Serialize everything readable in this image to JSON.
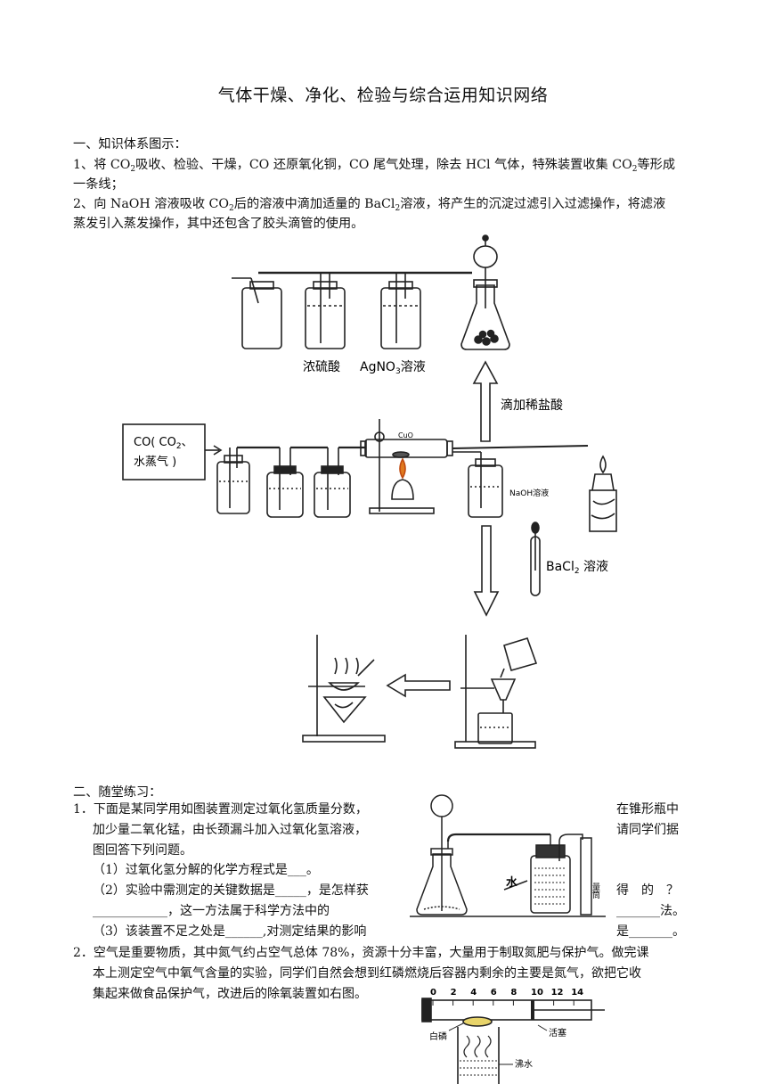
{
  "title": "气体干燥、净化、检验与综合运用知识网络",
  "section1": {
    "heading": "一、知识体系图示：",
    "item1_a": "1、将 CO",
    "item1_b": "吸收、检验、干燥，CO 还原氧化铜，CO 尾气处理，除去 HCl 气体，特殊装置收集 CO",
    "item1_c": "等形成",
    "item1_d": "一条线；",
    "item2_a": "2、向 NaOH 溶液吸收 CO",
    "item2_b": "后的溶液中滴加适量的 BaCl",
    "item2_c": "溶液，将产生的沉淀过滤引入过滤操作，将滤液",
    "item2_d": "蒸发引入蒸发操作，其中还包含了胶头滴管的使用。",
    "sub2": "2"
  },
  "diagram": {
    "label_conc_acid": "浓硫酸",
    "label_agno3": "AgNO",
    "label_agno3_sub": "3",
    "label_agno3_tail": "溶液",
    "label_add_hcl": "滴加稀盐酸",
    "label_feed_1": "CO( CO",
    "label_feed_sub": "2",
    "label_feed_2": "、",
    "label_feed_3": "水蒸气 )",
    "label_cuo": "CuO",
    "label_naoh": "NaOH溶液",
    "label_bacl2": "BaCl",
    "label_bacl2_sub": "2",
    "label_bacl2_tail": " 溶液"
  },
  "section2": {
    "heading": "二、随堂练习：",
    "q1_line1_left": "1．下面是某同学用如图装置测定过氧化氢质量分数，",
    "q1_line1_right": "在锥形瓶中",
    "q1_line2_left": "加少量二氧化锰，由长颈漏斗加入过氧化氢溶液，",
    "q1_line2_right": "请同学们据",
    "q1_line3": "图回答下列问题。",
    "q1_s1": "（1）过氧化氢分解的化学方程式是___。",
    "q1_s2_left": "（2）实验中需测定的关键数据是_____，是怎样获",
    "q1_s2_right": "得　的　？",
    "q1_s2b_left": "____________，这一方法属于科学方法中的",
    "q1_s2b_right": "_______法。",
    "q1_s3_left": "（3）该装置不足之处是______,对测定结果的影响",
    "q1_s3_right": "是_______。",
    "q1_label_water": "水",
    "q1_label_cylinder": "量筒",
    "q2_line1": "2．空气是重要物质，其中氮气约占空气总体 78%，资源十分丰富，大量用于制取氮肥与保护气。做完课",
    "q2_line2": "本上测定空气中氧气含量的实验，同学们自然会想到红磷燃烧后容器内剩余的主要是氮气，欲把它收",
    "q2_line3": "集起来做食品保护气，改进后的除氧装置如右图。",
    "q2_scale": [
      "0",
      "2",
      "4",
      "6",
      "8",
      "10",
      "12",
      "14"
    ],
    "q2_label_phosphorus": "白磷",
    "q2_label_piston": "活塞",
    "q2_label_boiling": "沸水"
  }
}
